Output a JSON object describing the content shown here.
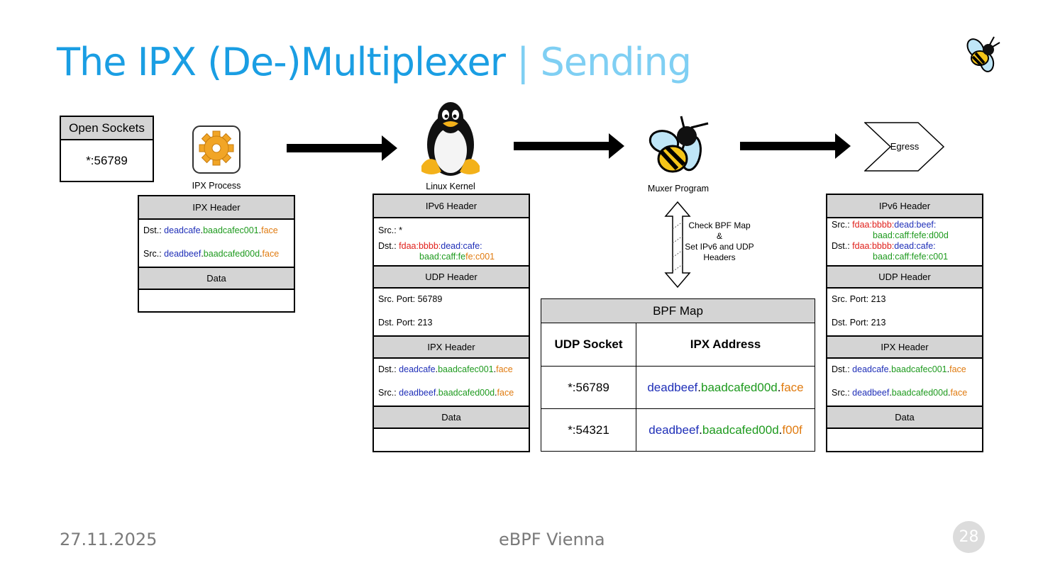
{
  "title": {
    "main": "The IPX (De-)Multiplexer",
    "separator": " | ",
    "sub": "Sending"
  },
  "open_sockets": {
    "header": "Open Sockets",
    "value": "*:56789"
  },
  "process_label": "IPX Process",
  "kernel_label": "Linux Kernel",
  "muxer_label": "Muxer Program",
  "egress_label": "Egress",
  "bpf_note": [
    "Check BPF Map",
    "&",
    "Set IPv6 and UDP",
    "Headers"
  ],
  "packet1": {
    "ipx_header": "IPX Header",
    "dst_label": "Dst.: ",
    "dst": [
      "deadcafe",
      ".",
      "baadcafec001",
      ".",
      "face"
    ],
    "src_label": "Src.: ",
    "src": [
      "deadbeef",
      ".",
      "baadcafed00d",
      ".",
      "face"
    ],
    "data": "Data"
  },
  "packet2": {
    "ipv6_header": "IPv6 Header",
    "src_line": "Src.: *",
    "dst_label": "Dst.: ",
    "dst_a": [
      "fdaa:bbbb:",
      "dead:cafe:"
    ],
    "dst_b": [
      "baad:caff:fe",
      "fe:c001"
    ],
    "udp_header": "UDP Header",
    "src_port": "Src. Port: 56789",
    "dst_port": "Dst. Port: 213",
    "ipx_header": "IPX Header",
    "ipx_dst_label": "Dst.: ",
    "ipx_dst": [
      "deadcafe",
      ".",
      "baadcafec001",
      ".",
      "face"
    ],
    "ipx_src_label": "Src.: ",
    "ipx_src": [
      "deadbeef",
      ".",
      "baadcafed00d",
      ".",
      "face"
    ],
    "data": "Data"
  },
  "packet3": {
    "ipv6_header": "IPv6 Header",
    "src_label": "Src.: ",
    "src_a": [
      "fdaa:bbbb:",
      "dead:beef:"
    ],
    "src_b": [
      "baad:caff:fe",
      "fe:d00d"
    ],
    "dst_label": "Dst.: ",
    "dst_a": [
      "fdaa:bbbb:",
      "dead:cafe:"
    ],
    "dst_b": [
      "baad:caff:fe",
      "fe:c001"
    ],
    "udp_header": "UDP Header",
    "src_port": "Src. Port: 213",
    "dst_port": "Dst. Port: 213",
    "ipx_header": "IPX Header",
    "ipx_dst_label": "Dst.: ",
    "ipx_dst": [
      "deadcafe",
      ".",
      "baadcafec001",
      ".",
      "face"
    ],
    "ipx_src_label": "Src.: ",
    "ipx_src": [
      "deadbeef",
      ".",
      "baadcafed00d",
      ".",
      "face"
    ],
    "data": "Data"
  },
  "bpf_map": {
    "title": "BPF Map",
    "col1": "UDP Socket",
    "col2": "IPX Address",
    "rows": [
      {
        "socket": "*:56789",
        "addr": [
          "deadbeef",
          ".",
          "baadcafed00d",
          ".",
          "face"
        ]
      },
      {
        "socket": "*:54321",
        "addr": [
          "deadbeef",
          ".",
          "baadcafed00d",
          ".",
          "f00f"
        ]
      }
    ]
  },
  "footer": {
    "date": "27.11.2025",
    "event": "eBPF Vienna",
    "page": "28"
  },
  "colors": {
    "title": "#1a9ee3",
    "subtitle": "#7fcff3",
    "net": "#1f2fb8",
    "node": "#1e9a1e",
    "socket": "#e07b10",
    "prefix": "#e0201b"
  }
}
